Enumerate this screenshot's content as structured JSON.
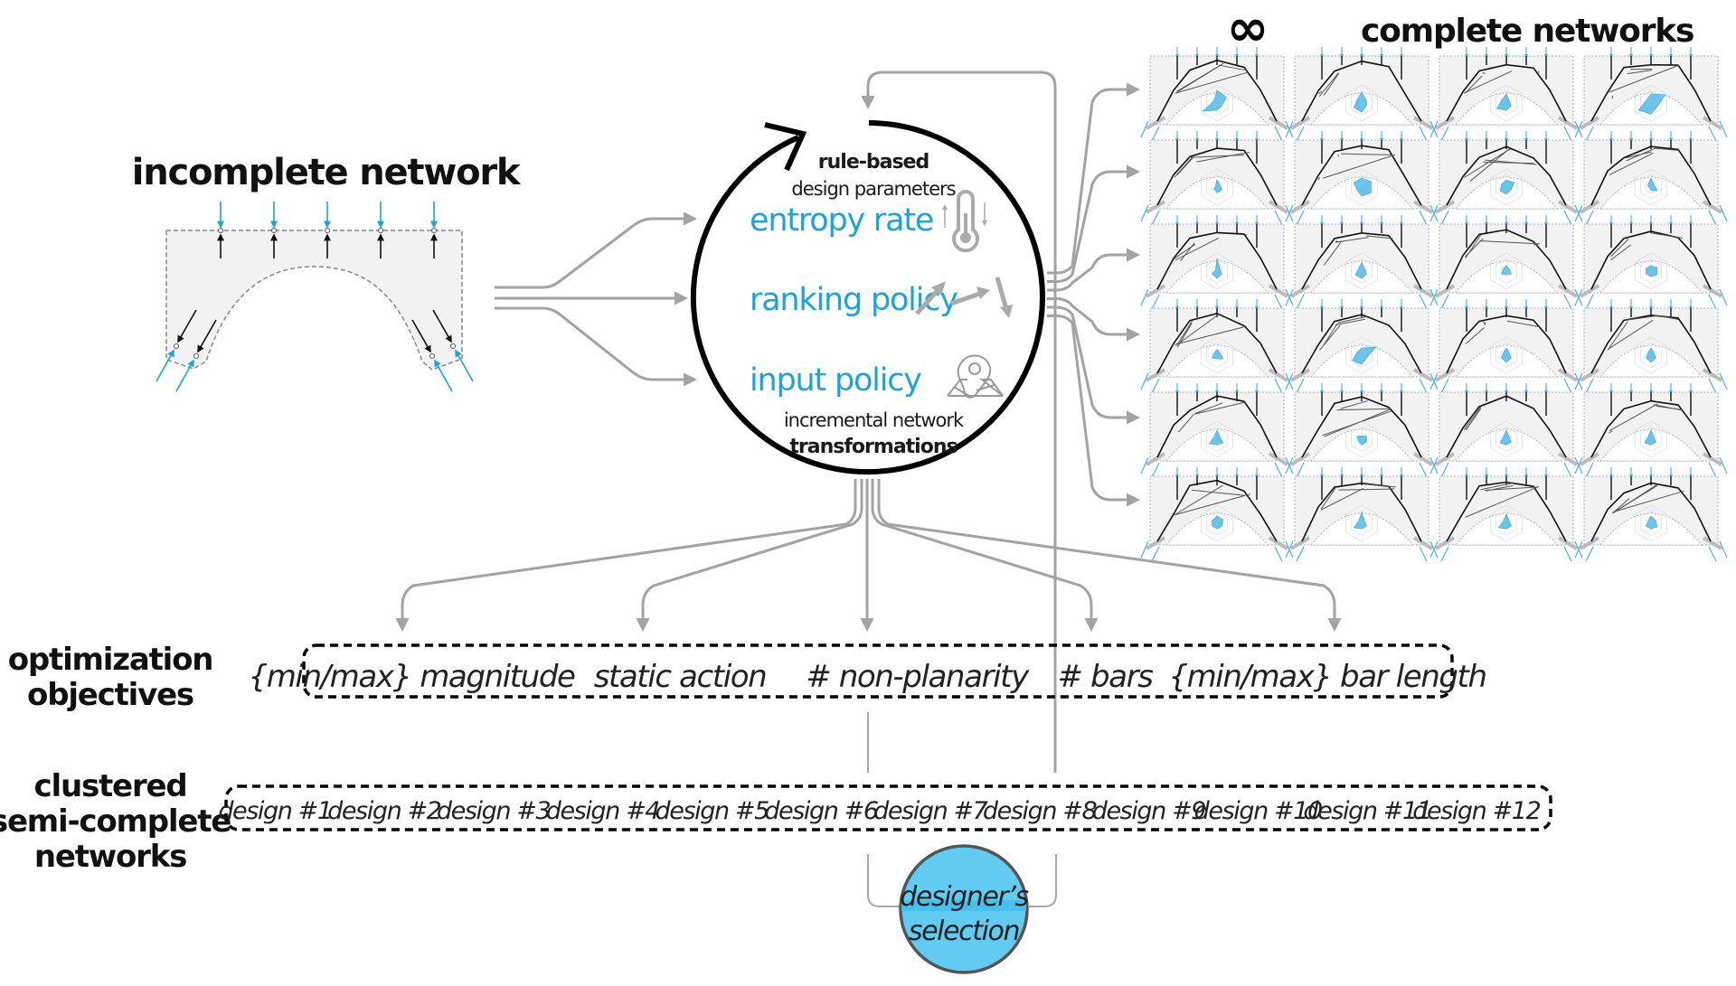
{
  "incomplete": {
    "title": "incomplete network",
    "load_count": 5,
    "support_count": 4
  },
  "loop": {
    "top_label": "rule-based",
    "top_sub": "design parameters",
    "params": [
      {
        "label": "entropy rate",
        "icon": "thermometer-icon"
      },
      {
        "label": "ranking policy",
        "icon": "ranking-arrows-icon"
      },
      {
        "label": "input policy",
        "icon": "map-pin-icon"
      }
    ],
    "bottom_sub": "incremental network",
    "bottom_label": "transformations"
  },
  "complete": {
    "symbol": "∞",
    "title": "complete networks",
    "columns": 4,
    "rows": 6,
    "radar_values": [
      [
        0.7,
        0.6,
        0.3,
        0.4,
        0.9,
        0.2
      ],
      [
        0.6,
        0.3,
        0.3,
        0.5,
        0.5,
        0.3
      ],
      [
        0.5,
        0.2,
        0.3,
        0.4,
        0.6,
        0.3
      ],
      [
        0.5,
        0.9,
        0.4,
        0.6,
        0.8,
        0.3
      ],
      [
        0.4,
        0.2,
        0.3,
        0.3,
        0.2,
        0.1
      ],
      [
        0.5,
        0.6,
        0.6,
        0.5,
        0.3,
        0.5
      ],
      [
        0.4,
        0.5,
        0.3,
        0.4,
        0.4,
        0.3
      ],
      [
        0.5,
        0.2,
        0.4,
        0.2,
        0.1,
        0.2
      ],
      [
        0.7,
        0.2,
        0.3,
        0.4,
        0.3,
        0.1
      ],
      [
        0.5,
        0.2,
        0.3,
        0.4,
        0.4,
        0.2
      ],
      [
        0.3,
        0.2,
        0.3,
        0.2,
        0.3,
        0.2
      ],
      [
        0.3,
        0.4,
        0.4,
        0.3,
        0.3,
        0.3
      ],
      [
        0.3,
        0.2,
        0.4,
        0.2,
        0.3,
        0.2
      ],
      [
        0.4,
        0.9,
        0.3,
        0.5,
        0.6,
        0.3
      ],
      [
        0.4,
        0.2,
        0.3,
        0.4,
        0.3,
        0.2
      ],
      [
        0.4,
        0.2,
        0.3,
        0.4,
        0.3,
        0.2
      ],
      [
        0.5,
        0.2,
        0.4,
        0.3,
        0.5,
        0.2
      ],
      [
        0.2,
        0.3,
        0.3,
        0.3,
        0.2,
        0.3
      ],
      [
        0.5,
        0.2,
        0.3,
        0.3,
        0.4,
        0.2
      ],
      [
        0.5,
        0.2,
        0.3,
        0.3,
        0.4,
        0.2
      ],
      [
        0.4,
        0.4,
        0.3,
        0.3,
        0.3,
        0.3
      ],
      [
        0.6,
        0.2,
        0.3,
        0.3,
        0.5,
        0.2
      ],
      [
        0.5,
        0.2,
        0.3,
        0.3,
        0.5,
        0.2
      ],
      [
        0.4,
        0.3,
        0.4,
        0.3,
        0.3,
        0.2
      ]
    ]
  },
  "objectives": {
    "title_line1": "optimization",
    "title_line2": "objectives",
    "items": [
      "{min/max} magnitude",
      "static action",
      "# non-planarity",
      "# bars",
      "{min/max} bar length"
    ]
  },
  "designs": {
    "title_line1": "clustered",
    "title_line2": "semi-complete",
    "title_line3": "networks",
    "items": [
      "design #1",
      "design #2",
      "design #3",
      "design #4",
      "design #5",
      "design #6",
      "design #7",
      "design #8",
      "design #9",
      "design #10",
      "design #11",
      "design #12"
    ]
  },
  "selection": {
    "line1": "designer’s",
    "line2": "selection"
  },
  "colors": {
    "accent_blue": "#1aa3e0",
    "selection_fill": "#62cbf2",
    "connector_gray": "#a3a3a3",
    "region_fill": "#f2f2f2"
  }
}
